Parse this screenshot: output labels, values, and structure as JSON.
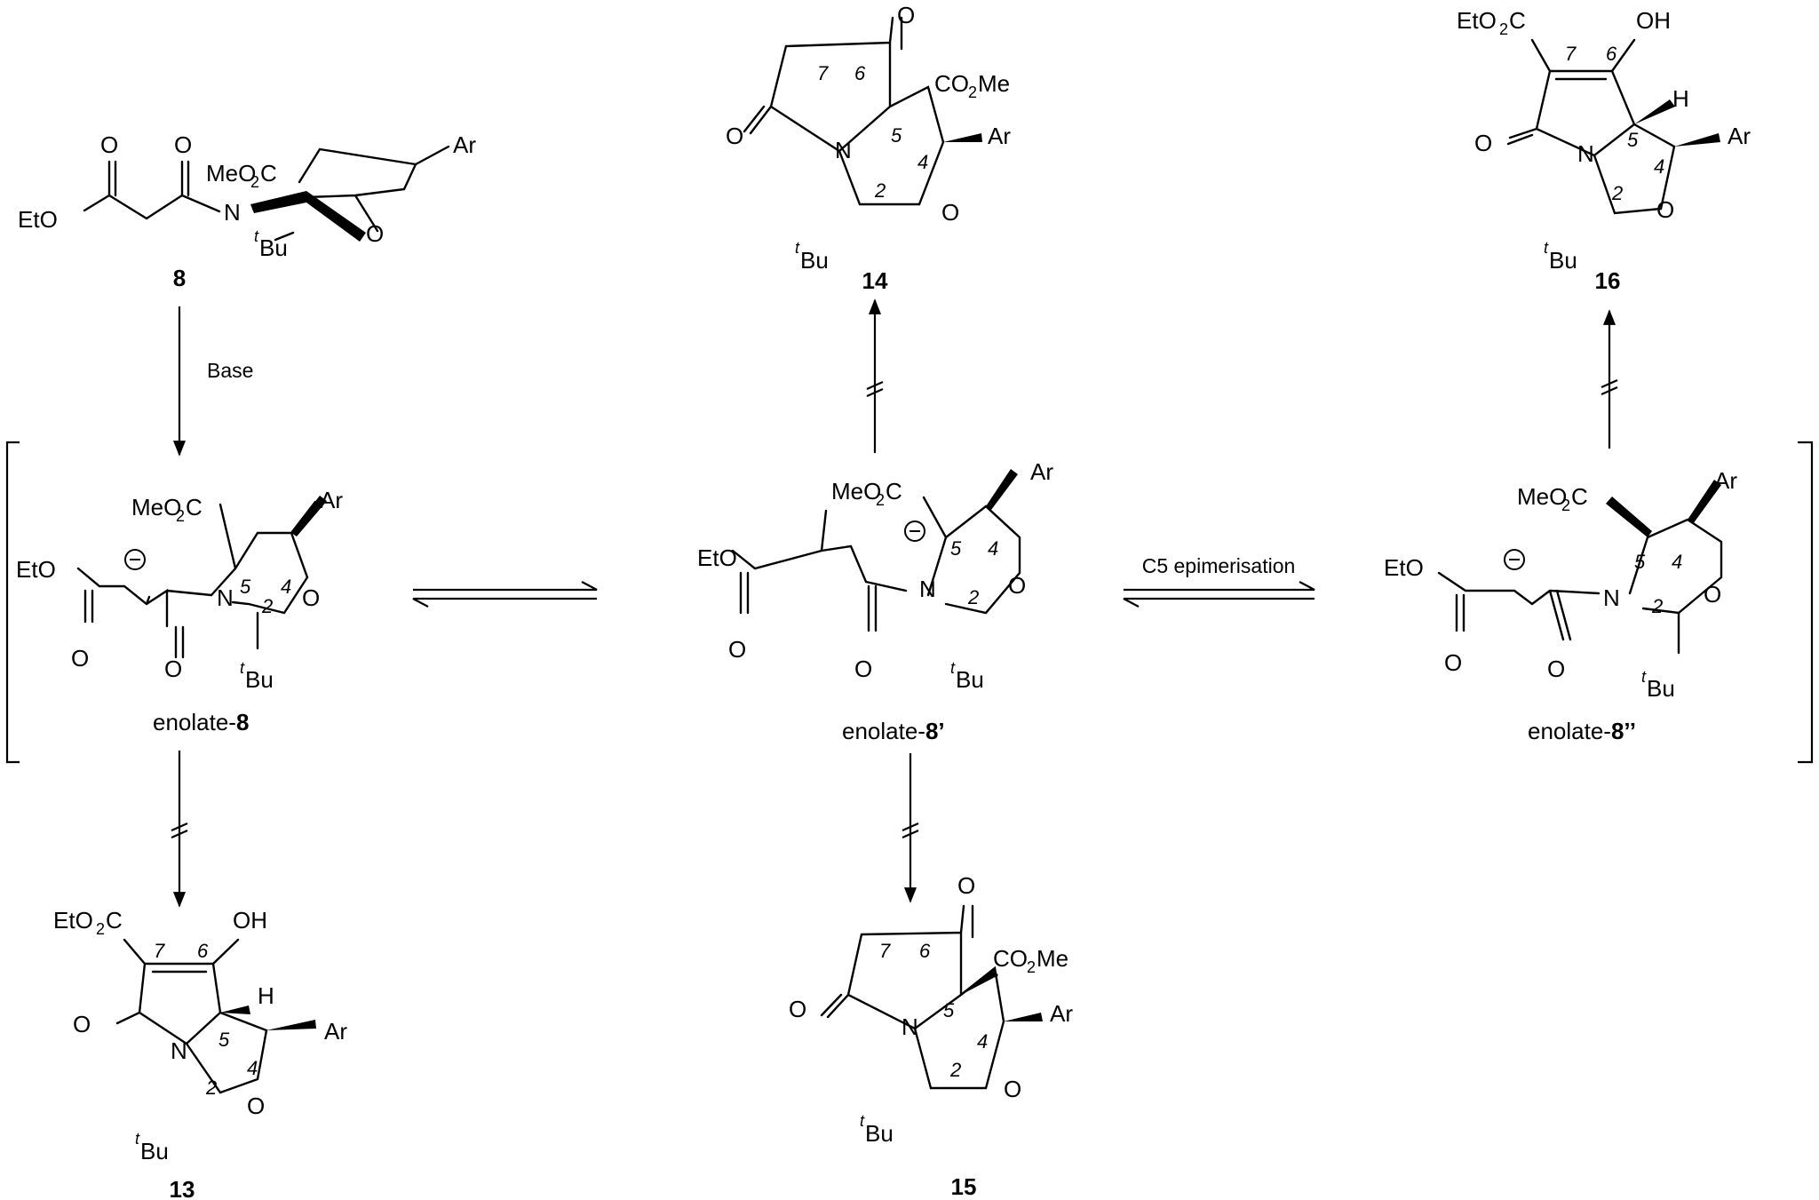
{
  "scheme": {
    "compounds": {
      "c8": "8",
      "c13": "13",
      "c14": "14",
      "c15": "15",
      "c16": "16"
    },
    "enolates": {
      "e8": {
        "prefix": "enolate-",
        "bold": "8"
      },
      "e8p": {
        "prefix": "enolate-",
        "bold": "8’"
      },
      "e8pp": {
        "prefix": "enolate-",
        "bold": "8’’"
      }
    },
    "conditions": {
      "base": "Base",
      "epimerisation": "C5 epimerisation"
    },
    "atoms": {
      "O": "O",
      "N": "N",
      "H": "H",
      "OH": "OH",
      "Ar": "Ar",
      "EtO": "EtO",
      "MeO2C_a": "MeO",
      "MeO2C_b": "C",
      "EtO2C_a": "EtO",
      "EtO2C_b": "C",
      "CO2Me_a": "CO",
      "CO2Me_b": "Me",
      "sub2": "2",
      "tBu_t": "t",
      "tBu": "Bu"
    },
    "numbering": [
      "2",
      "4",
      "5",
      "6",
      "7"
    ],
    "colors": {
      "ink": "#000000",
      "background": "#ffffff"
    }
  }
}
